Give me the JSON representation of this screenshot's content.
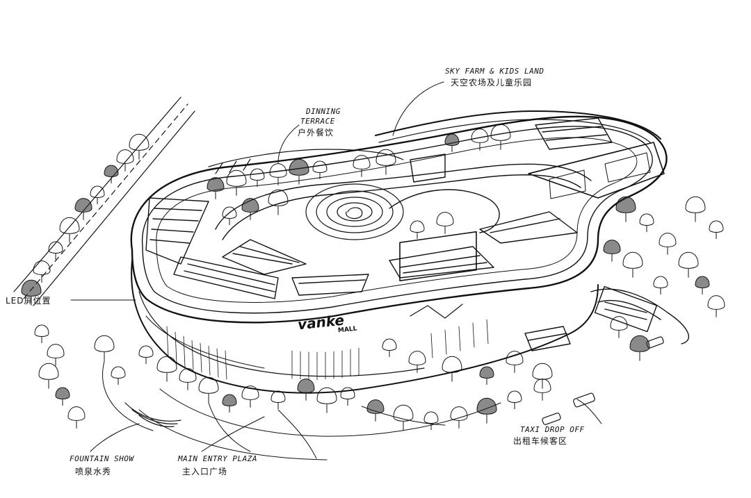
{
  "annotations": {
    "sky_farm": {
      "en": "SKY FARM & KIDS LAND",
      "cn": "天空农场及儿童乐园"
    },
    "dining": {
      "en_line1": "DINNING",
      "en_line2": "TERRACE",
      "cn": "户外餐饮"
    },
    "led": {
      "cn": "LED屏位置"
    },
    "fountain": {
      "en": "FOUNTAIN SHOW",
      "cn": "喷泉水秀"
    },
    "main_entry": {
      "en": "MAIN ENTRY PLAZA",
      "cn": "主入口广场"
    },
    "taxi": {
      "en": "TAXI DROP OFF",
      "cn": "出租车候客区"
    }
  },
  "signage": {
    "brand": "vanke",
    "sub": "MALL"
  },
  "colors": {
    "ink": "#111111",
    "paper": "#ffffff",
    "tree_fill": "#2a2a2a"
  }
}
